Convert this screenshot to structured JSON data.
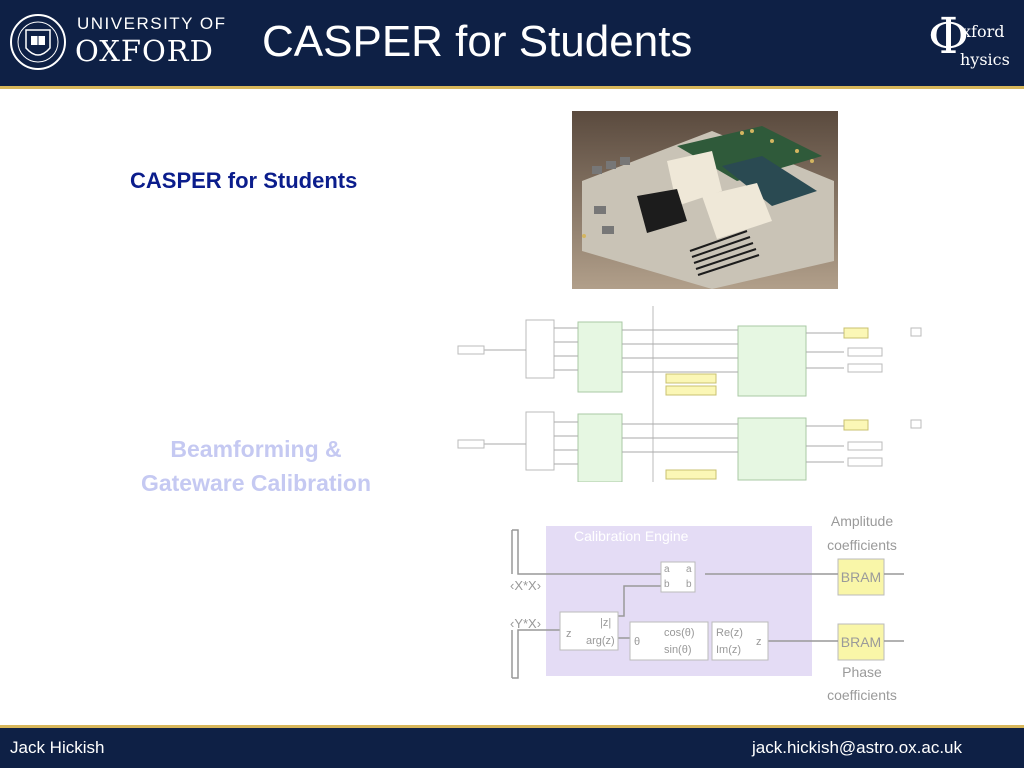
{
  "header": {
    "university_line": "UNIVERSITY OF",
    "university_name": "OXFORD",
    "title": "CASPER for Students",
    "dept_line1": "xford",
    "dept_line2": "hysics"
  },
  "content": {
    "heading": "CASPER for Students",
    "subheading_line1": "Beamforming &",
    "subheading_line2": "Gateware Calibration"
  },
  "calibration_diagram": {
    "engine_label": "Calibration Engine",
    "amplitude_label_line1": "Amplitude",
    "amplitude_label_line2": "coefficients",
    "phase_label_line1": "Phase",
    "phase_label_line2": "coefficients",
    "bram_label": "BRAM",
    "input_xx": "‹X*X›",
    "input_yx": "‹Y*X›",
    "abs_label": "|z|",
    "arg_label": "arg(z)",
    "cos_label": "cos(θ)",
    "sin_label": "sin(θ)",
    "re_label": "Re(z)",
    "im_label": "Im(z)",
    "z_label": "z",
    "theta_label": "θ"
  },
  "colors": {
    "header_bg": "#0e2045",
    "accent_rule": "#d8b75a",
    "heading": "#0b1d8c",
    "subheading": "#c5c9f2",
    "calibration_engine": "#e4dcf5",
    "bram": "#f9f6a8"
  },
  "footer": {
    "author": "Jack Hickish",
    "email": "jack.hickish@astro.ox.ac.uk"
  }
}
